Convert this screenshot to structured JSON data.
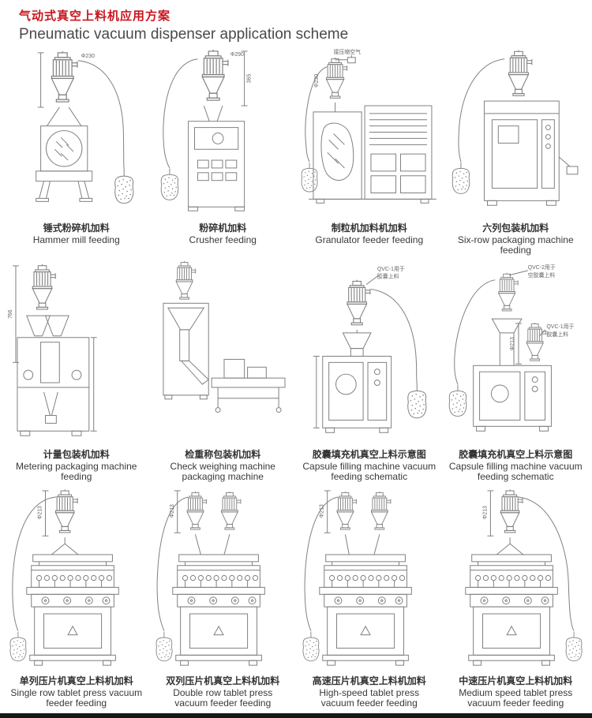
{
  "page": {
    "title_zh": "气动式真空上料机应用方案",
    "title_en": "Pneumatic vacuum dispenser application scheme",
    "accent_color": "#c9161d",
    "line_color": "#7f7f7f"
  },
  "cells": [
    {
      "zh": "锤式粉碎机加料",
      "en": "Hammer mill feeding",
      "annotations": [
        "Φ230"
      ]
    },
    {
      "zh": "粉碎机加料",
      "en": "Crusher feeding",
      "annotations": [
        "Φ290",
        "365"
      ]
    },
    {
      "zh": "制粒机加料机加料",
      "en": "Granulator feeder feeding",
      "annotations": [
        "接压缩空气",
        "Φ230"
      ]
    },
    {
      "zh": "六列包装机加料",
      "en": "Six-row packaging machine feeding",
      "annotations": []
    },
    {
      "zh": "计量包装机加料",
      "en": "Metering packaging machine feeding",
      "annotations": [
        "766"
      ]
    },
    {
      "zh": "检重称包装机加料",
      "en": "Check weighing machine packaging machine",
      "annotations": []
    },
    {
      "zh": "胶囊填充机真空上料示意图",
      "en": "Capsule filling machine vacuum feeding schematic",
      "annotations": [
        "QVC-1用于",
        "胶囊上料"
      ]
    },
    {
      "zh": "胶囊填充机真空上料示意图",
      "en": "Capsule filling machine vacuum feeding schematic",
      "annotations": [
        "QVC-2用于",
        "空胶囊上料",
        "QVC-1用于",
        "胶囊上料",
        "Φ213"
      ]
    },
    {
      "zh": "单列压片机真空上料机加料",
      "en": "Single row tablet press vacuum feeder feeding",
      "annotations": [
        "Φ213"
      ]
    },
    {
      "zh": "双列压片机真空上料机加料",
      "en": "Double row tablet press vacuum feeder feeding",
      "annotations": [
        "Φ213"
      ]
    },
    {
      "zh": "高速压片机真空上料机加料",
      "en": "High-speed tablet press vacuum feeder feeding",
      "annotations": [
        "Φ213"
      ]
    },
    {
      "zh": "中速压片机真空上料机加料",
      "en": "Medium speed tablet press vacuum feeder feeding",
      "annotations": [
        "Φ213"
      ]
    }
  ]
}
